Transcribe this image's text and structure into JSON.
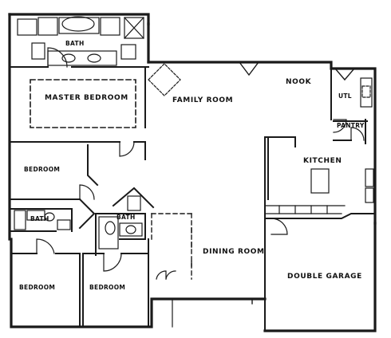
{
  "rooms": {
    "bath_master": "BATH",
    "master_bedroom": "MASTER BEDROOM",
    "family_room": "FAMILY ROOM",
    "nook": "NOOK",
    "utl": "UTL",
    "pantry": "PANTRY",
    "kitchen": "KITCHEN",
    "bedroom_upper": "BEDROOM",
    "bath_left": "BATH",
    "bath_mid": "BATH",
    "dining_room": "DINING ROOM",
    "double_garage": "DOUBLE GARAGE",
    "bedroom_lower_left": "BEDROOM",
    "bedroom_lower_mid": "BEDROOM"
  },
  "colors": {
    "ink": "#1a1a1a",
    "paper": "#ffffff"
  }
}
